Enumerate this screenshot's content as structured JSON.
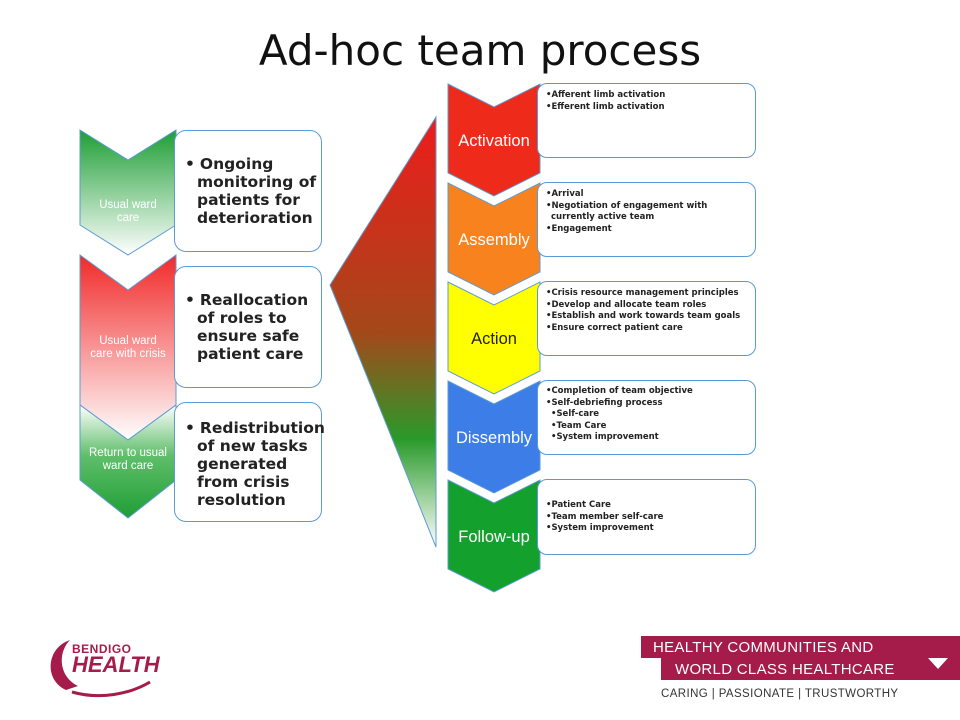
{
  "title": "Ad-hoc team process",
  "left_column": [
    {
      "chevron_label_line1": "Usual ward",
      "chevron_label_line2": "care",
      "bullet": "Ongoing monitoring of patients for deterioration",
      "color": "#1e9e35"
    },
    {
      "chevron_label_line1": "Usual ward",
      "chevron_label_line2": "care with crisis",
      "bullet": "Reallocation of roles to ensure safe patient care",
      "color": "#f12a2a"
    },
    {
      "chevron_label_line1": "Return to usual",
      "chevron_label_line2": "ward care",
      "bullet": "Redistribution of new tasks generated from crisis resolution",
      "color": "#1e9e35"
    }
  ],
  "stages": [
    {
      "label": "Activation",
      "color": "#ee2a1b",
      "label_color": "#ffffff",
      "items": [
        "Afferent limb activation",
        "Efferent limb activation"
      ],
      "sub_items": []
    },
    {
      "label": "Assembly",
      "color": "#f7821e",
      "label_color": "#ffffff",
      "items": [
        "Arrival",
        "Negotiation of engagement with currently active team",
        "Engagement"
      ],
      "sub_items": []
    },
    {
      "label": "Action",
      "color": "#ffff00",
      "label_color": "#222222",
      "items": [
        "Crisis resource management principles",
        "Develop and allocate team roles",
        "Establish and work towards team goals",
        "Ensure correct patient care"
      ],
      "sub_items": []
    },
    {
      "label": "Dissembly",
      "color": "#3c7de8",
      "label_color": "#ffffff",
      "items": [
        "Completion of team objective",
        "Self-debriefing process"
      ],
      "sub_items": [
        "Self-care",
        "Team Care",
        "System improvement"
      ]
    },
    {
      "label": "Follow-up",
      "color": "#14a02c",
      "label_color": "#ffffff",
      "items": [
        "Patient Care",
        "Team member self-care",
        "System improvement"
      ],
      "sub_items": []
    }
  ],
  "footer": {
    "logo_top": "BENDIGO",
    "logo_main": "HEALTH",
    "slogan_line1": "HEALTHY COMMUNITIES AND",
    "slogan_line2": "WORLD CLASS HEALTHCARE",
    "values": "CARING  |  PASSIONATE  |  TRUSTWORTHY",
    "brand_color": "#a51c4a"
  }
}
